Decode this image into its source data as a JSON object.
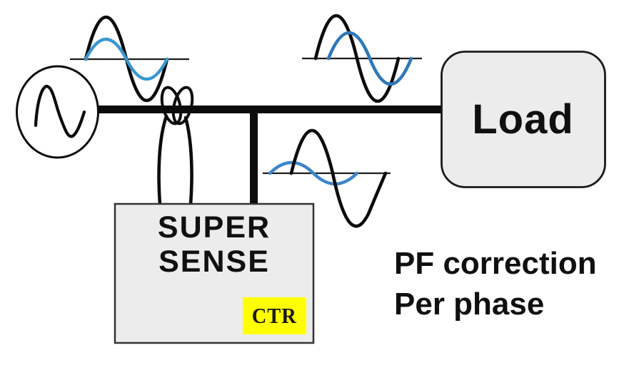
{
  "load": {
    "label": "Load"
  },
  "controller": {
    "name_line1": "SUPER",
    "name_line2": "SENSE",
    "badge_label": "CTR"
  },
  "annotation": {
    "line1": "PF correction",
    "line2": "Per phase"
  },
  "icons": {
    "ac_source": "ac-source-icon",
    "current_transformer": "current-transformer-icon",
    "waveform_source": "waveform-in-phase-icon",
    "waveform_load": "waveform-lagging-icon",
    "waveform_branch": "waveform-small-current-icon"
  },
  "colors": {
    "line": "#0c0c0c",
    "axis": "#1c1c1c",
    "text": "#101010",
    "box_fill": "#ececec",
    "box_border_load": "#1a1a1a",
    "box_border_ctrl": "#333333",
    "badge_bg": "#ffff00",
    "badge_text": "#18181f",
    "wave1_blue": "#3b97cf",
    "wave2_blue": "#2e78b8",
    "wave3_blue": "#3c86c8"
  }
}
